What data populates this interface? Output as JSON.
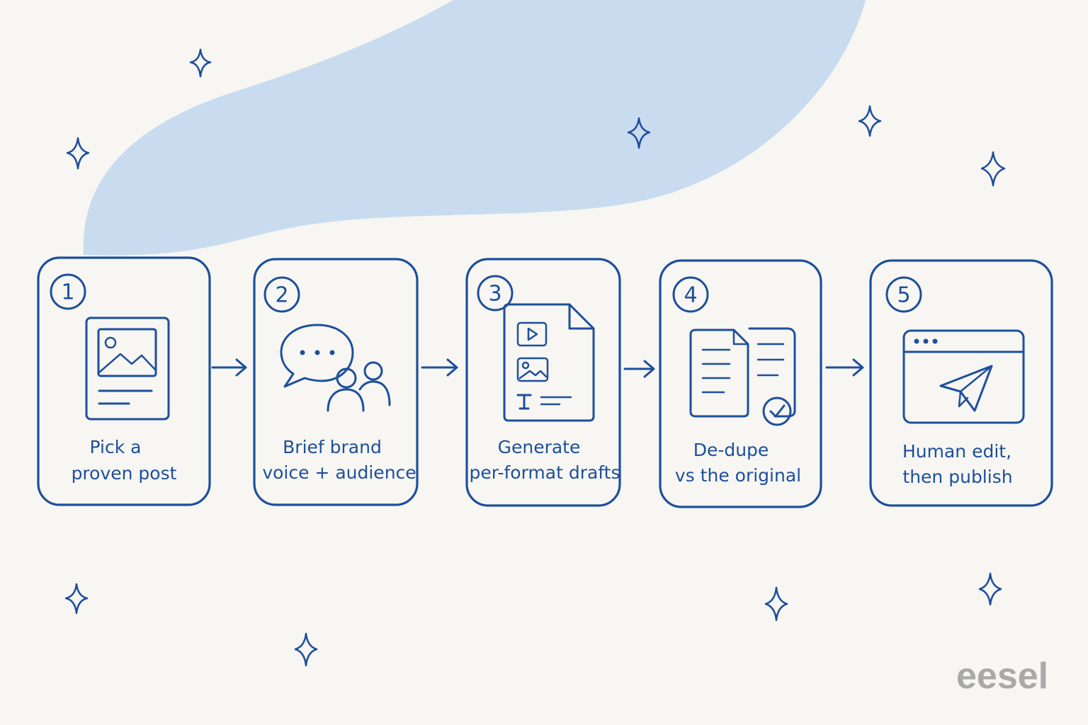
{
  "steps": [
    {
      "number": "1",
      "line1": "Pick  a",
      "line2": "proven post",
      "icon": "image-post-icon"
    },
    {
      "number": "2",
      "line1": "Brief  brand",
      "line2": "voice + audience",
      "icon": "chat-audience-icon"
    },
    {
      "number": "3",
      "line1": "Generate",
      "line2": "per-format drafts",
      "icon": "multi-format-document-icon"
    },
    {
      "number": "4",
      "line1": "De-dupe",
      "line2": "vs the original",
      "icon": "compare-documents-check-icon"
    },
    {
      "number": "5",
      "line1": "Human edit,",
      "line2": "then publish",
      "icon": "browser-send-icon"
    }
  ],
  "logo": "eesel",
  "colors": {
    "ink": "#1d4f9c",
    "blob": "#c9dcef",
    "background": "#f7f6f2",
    "logo": "#a9a9a9"
  }
}
